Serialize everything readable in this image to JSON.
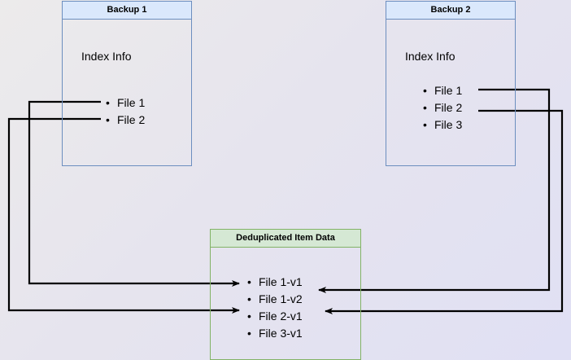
{
  "diagram": {
    "title_hidden": "",
    "background": {
      "color_start": "#ecebeb",
      "color_end": "#e0e0f4"
    },
    "colors": {
      "blue_fill": "#dae8fc",
      "blue_stroke": "#6c8ebf",
      "green_fill": "#d5e8d4",
      "green_stroke": "#82b366",
      "wire": "#000000"
    },
    "nodes": {
      "backup1": {
        "title": "Backup 1",
        "caption": "Index Info",
        "files": [
          "File 1",
          "File 2"
        ]
      },
      "backup2": {
        "title": "Backup 2",
        "caption": "Index Info",
        "files": [
          "File 1",
          "File 2",
          "File 3"
        ]
      },
      "dedup": {
        "title": "Deduplicated Item Data",
        "files": [
          "File 1-v1",
          "File 1-v2",
          "File 2-v1",
          "File 3-v1"
        ]
      }
    },
    "connections": [
      {
        "from": "backup1.File 1",
        "to": "dedup.File 1-v1",
        "side": "left"
      },
      {
        "from": "backup1.File 2",
        "to": "dedup.File 2-v1",
        "side": "left"
      },
      {
        "from": "backup2.File 1",
        "to": "dedup.File 1-v2",
        "side": "right"
      },
      {
        "from": "backup2.File 2",
        "to": "dedup.File 2-v1",
        "side": "right"
      }
    ]
  }
}
